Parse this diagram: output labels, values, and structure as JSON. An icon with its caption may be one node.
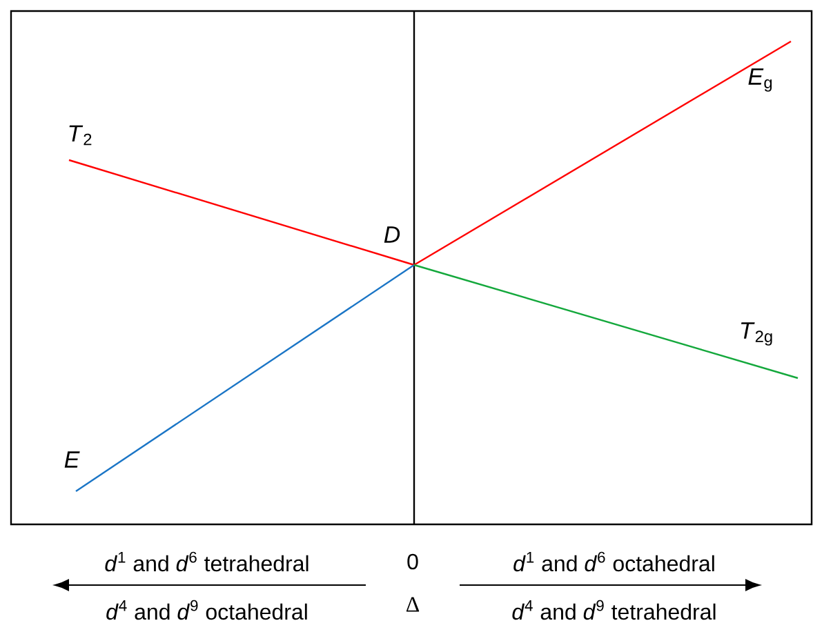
{
  "diagram": {
    "nodes": [
      {
        "text": [
          "*T*$_{2}$"
        ]
      },
      {
        "text": [
          "E"
        ]
      },
      {
        "text": [
          "D"
        ]
      },
      {
        "text": [
          "*E*$_{g}$"
        ]
      },
      {
        "text": [
          "*T*$_{2g}$"
        ]
      }
    ],
    "edges": [
      {
        "from": 2,
        "to": 0,
        "arrow": "none",
        "color": "#ff0000"
      },
      {
        "from": 2,
        "to": 1,
        "arrow": "none",
        "color": "#1a75c6"
      },
      {
        "from": 2,
        "to": 3,
        "arrow": "none",
        "color": "#ff0000"
      },
      {
        "from": 2,
        "to": 4,
        "arrow": "none",
        "color": "#14a83c"
      }
    ],
    "labels": [
      "*d*$^{1}$ and *d*$^{6}$ tetrahedral",
      "0",
      "*d*$^{1}$ and *d*$^{6}$ octahedral",
      "*d*$^{4}$ and *d*$^{9}$ octahedral",
      "Δ",
      "*d*$^{4}$ and *d*$^{9}$ tetrahedral"
    ]
  }
}
